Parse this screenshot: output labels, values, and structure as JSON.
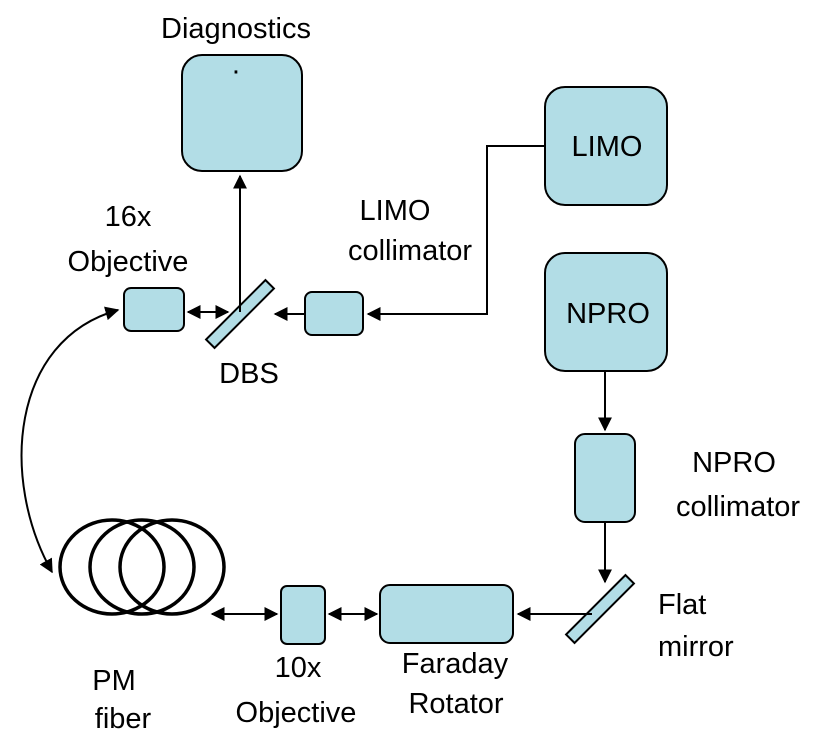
{
  "components": {
    "diagnostics": "Diagnostics",
    "diagnostics_mark": "·",
    "limo": "LIMO",
    "npro": "NPRO",
    "limo_collimator": [
      "LIMO",
      "collimator"
    ],
    "npro_collimator": [
      "NPRO",
      "collimator"
    ],
    "objective_16x": [
      "16x",
      "Objective"
    ],
    "dbs": "DBS",
    "flat_mirror": [
      "Flat",
      "mirror"
    ],
    "faraday_rotator": [
      "Faraday",
      "Rotator"
    ],
    "objective_10x": [
      "10x",
      "Objective"
    ],
    "pm_fiber": [
      "PM",
      "fiber"
    ]
  },
  "colors": {
    "component_fill": "#b2dde6",
    "line": "#000000",
    "background": "#ffffff"
  }
}
